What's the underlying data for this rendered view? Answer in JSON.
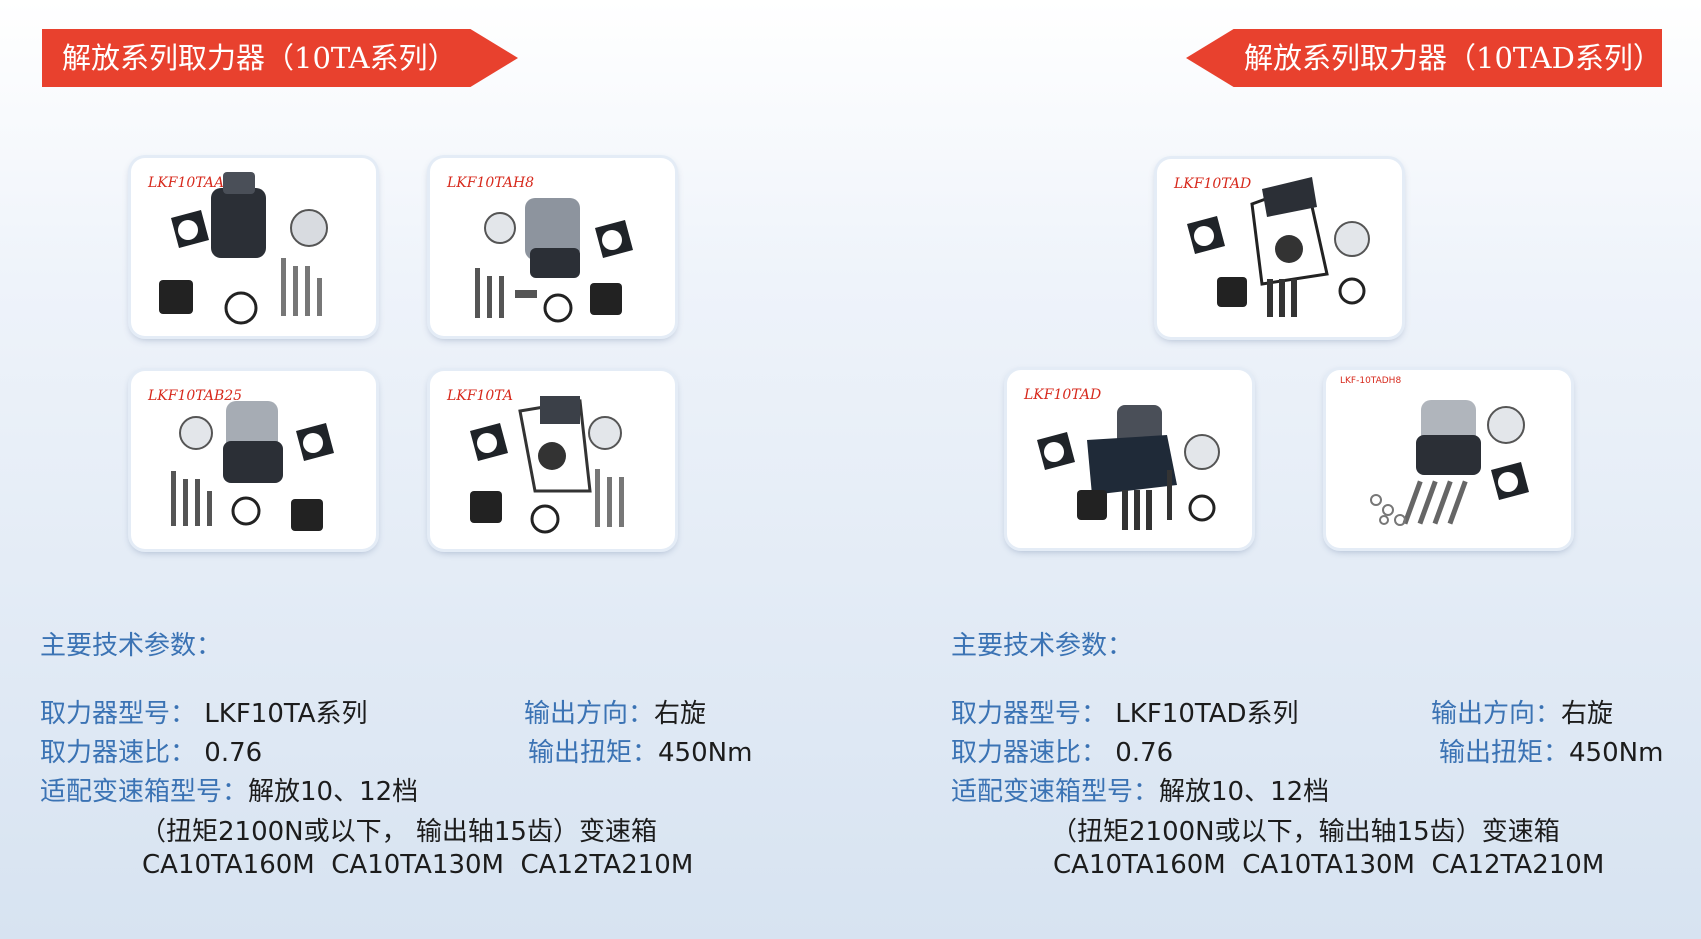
{
  "left": {
    "banner": "解放系列取力器（10TA系列）",
    "cards": [
      {
        "label": "LKF10TAA"
      },
      {
        "label": "LKF10TAH8"
      },
      {
        "label": "LKF10TAB25"
      },
      {
        "label": "LKF10TA"
      }
    ],
    "specs": {
      "heading": "主要技术参数：",
      "model_label": "取力器型号：",
      "model_value": " LKF10TA系列",
      "direction_label": "输出方向：",
      "direction_value": "右旋",
      "ratio_label": "取力器速比：",
      "ratio_value": " 0.76",
      "torque_label": "输出扭矩：",
      "torque_value": "450Nm",
      "gearbox_label": "适配变速箱型号：",
      "gearbox_value": "解放10、12档",
      "note": "（扭矩2100N或以下， 输出轴15齿）变速箱",
      "models": "CA10TA160M  CA10TA130M  CA12TA210M"
    }
  },
  "right": {
    "banner": "解放系列取力器（10TAD系列）",
    "cards": [
      {
        "label": "LKF10TAD"
      },
      {
        "label": "LKF10TAD"
      },
      {
        "label": "LKF-10TADH8"
      }
    ],
    "specs": {
      "heading": "主要技术参数：",
      "model_label": "取力器型号：",
      "model_value": " LKF10TAD系列",
      "direction_label": "输出方向：",
      "direction_value": "右旋",
      "ratio_label": "取力器速比：",
      "ratio_value": " 0.76",
      "torque_label": "输出扭矩：",
      "torque_value": "450Nm",
      "gearbox_label": "适配变速箱型号：",
      "gearbox_value": "解放10、12档",
      "note": "（扭矩2100N或以下，输出轴15齿）变速箱",
      "models": "CA10TA160M  CA10TA130M  CA12TA210M"
    }
  },
  "colors": {
    "banner": "#e8412e",
    "label_blue": "#3b73b4",
    "card_label_red": "#d7291c"
  }
}
